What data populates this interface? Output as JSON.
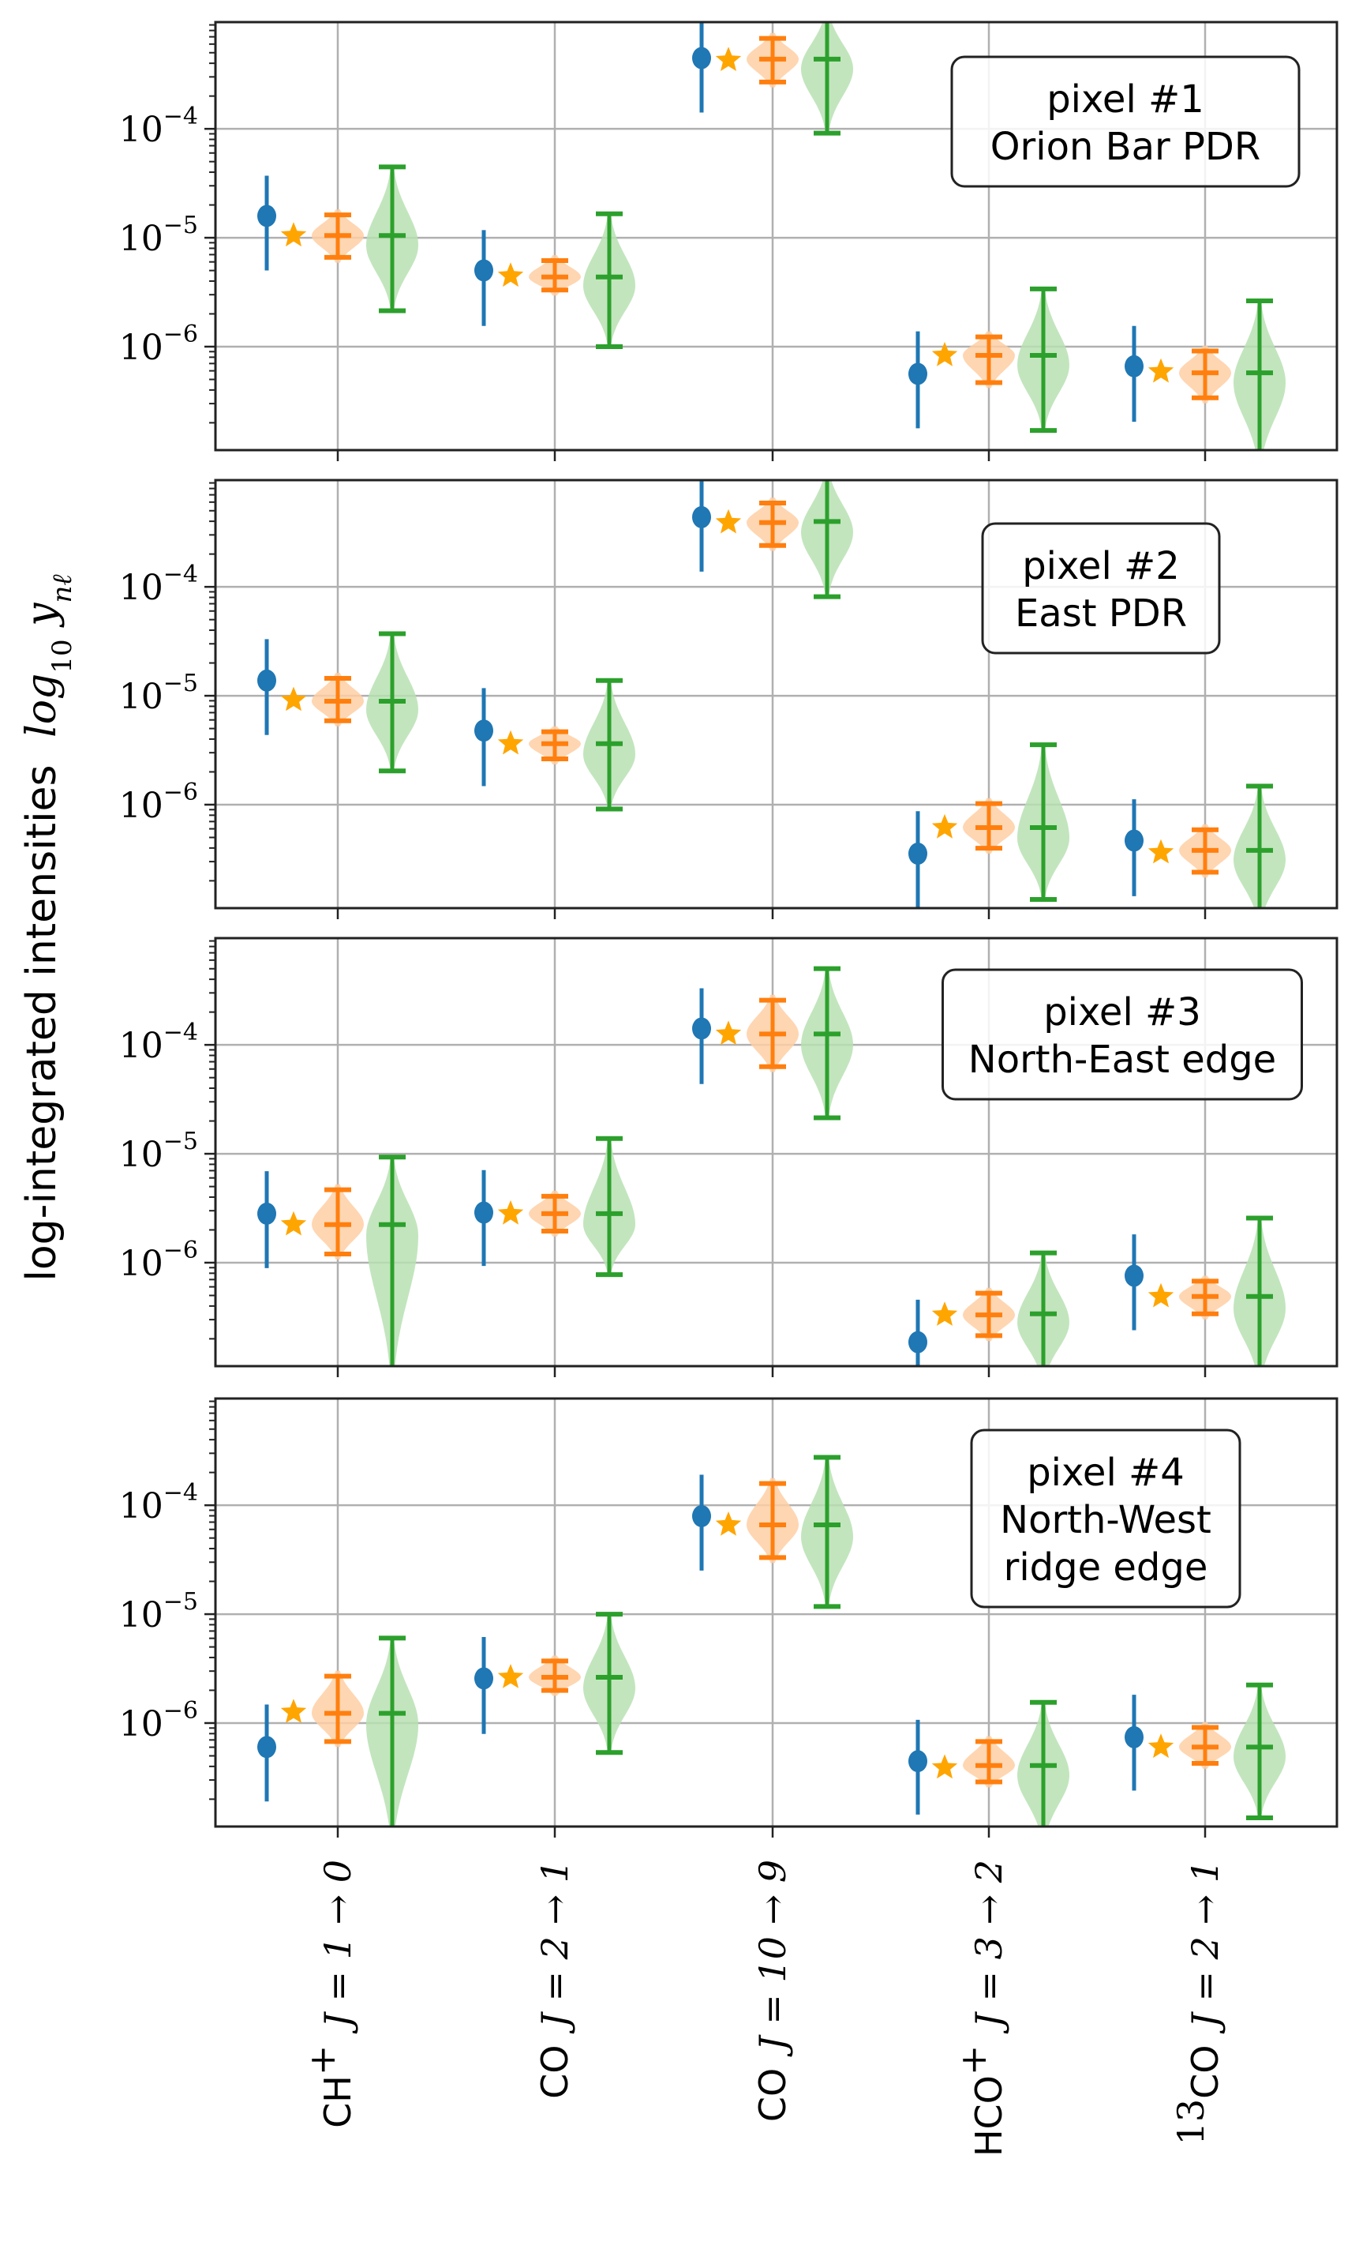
{
  "chart_data": {
    "type": "violin",
    "ylabel": "log-integrated intensities",
    "ylabel_math": "log10 y_nℓ",
    "yscale": "log",
    "ylim_log10": [
      -6.95,
      -3.02
    ],
    "yticks": [
      {
        "value_log10": -4,
        "base": "10",
        "exp": "−4"
      },
      {
        "value_log10": -5,
        "base": "10",
        "exp": "−5"
      },
      {
        "value_log10": -6,
        "base": "10",
        "exp": "−6"
      }
    ],
    "grid": true,
    "categories": [
      {
        "name": "CH⁺ J = 1 → 0",
        "species": "CH",
        "charge": "+",
        "iso": "",
        "transition": "J = 1 → 0"
      },
      {
        "name": "CO J = 2 → 1",
        "species": "CO",
        "charge": "",
        "iso": "",
        "transition": "J = 2 → 1"
      },
      {
        "name": "CO J = 10 → 9",
        "species": "CO",
        "charge": "",
        "iso": "",
        "transition": "J = 10 → 9"
      },
      {
        "name": "HCO⁺ J = 3 → 2",
        "species": "HCO",
        "charge": "+",
        "iso": "",
        "transition": "J = 3 → 2"
      },
      {
        "name": "¹³CO J = 2 → 1",
        "species": "CO",
        "charge": "",
        "iso": "13",
        "transition": "J = 2 → 1"
      }
    ],
    "series_styles": {
      "observation": {
        "color": "#1f77b4",
        "marker": "circle-errorbar"
      },
      "estimate": {
        "color": "#ffa500",
        "marker": "star"
      },
      "posterior_a": {
        "color": "#ff7f0e",
        "marker": "violin-errorbar",
        "fill": "#ffcfa5"
      },
      "posterior_b": {
        "color": "#2ca02c",
        "marker": "violin-errorbar",
        "fill": "#b7e0b2"
      }
    },
    "panels": [
      {
        "title_line1": "pixel #1",
        "title_lines": [
          "Orion Bar PDR"
        ],
        "observation": [
          {
            "y": -4.8,
            "lo": -5.3,
            "hi": -4.43
          },
          {
            "y": -5.3,
            "lo": -5.81,
            "hi": -4.93
          },
          {
            "y": -3.35,
            "lo": -3.85,
            "hi": -2.9
          },
          {
            "y": -6.25,
            "lo": -6.75,
            "hi": -5.86
          },
          {
            "y": -6.18,
            "lo": -6.69,
            "hi": -5.81
          }
        ],
        "estimate": [
          -4.98,
          -5.35,
          -3.37,
          -6.08,
          -6.23
        ],
        "posterior_a": [
          {
            "median": -4.98,
            "lo": -5.18,
            "hi": -4.79,
            "mode": -4.98
          },
          {
            "median": -5.36,
            "lo": -5.48,
            "hi": -5.21,
            "mode": -5.36
          },
          {
            "median": -3.36,
            "lo": -3.57,
            "hi": -3.17,
            "mode": -3.36
          },
          {
            "median": -6.08,
            "lo": -6.33,
            "hi": -5.91,
            "mode": -6.08
          },
          {
            "median": -6.24,
            "lo": -6.47,
            "hi": -6.04,
            "mode": -6.24
          }
        ],
        "posterior_b": [
          {
            "median": -4.98,
            "lo": -5.67,
            "hi": -4.35,
            "mode": -5.07
          },
          {
            "median": -5.36,
            "lo": -6.0,
            "hi": -4.78,
            "mode": -5.44
          },
          {
            "median": -3.36,
            "lo": -4.04,
            "hi": -2.9,
            "mode": -3.45
          },
          {
            "median": -6.08,
            "lo": -6.77,
            "hi": -5.47,
            "mode": -6.17
          },
          {
            "median": -6.24,
            "lo": -7.1,
            "hi": -5.58,
            "mode": -6.33
          }
        ]
      },
      {
        "title_line1": "pixel #2",
        "title_lines": [
          "East PDR"
        ],
        "observation": [
          {
            "y": -4.86,
            "lo": -5.36,
            "hi": -4.48
          },
          {
            "y": -5.32,
            "lo": -5.83,
            "hi": -4.93
          },
          {
            "y": -3.36,
            "lo": -3.86,
            "hi": -2.9
          },
          {
            "y": -6.45,
            "lo": -7.1,
            "hi": -6.06
          },
          {
            "y": -6.33,
            "lo": -6.84,
            "hi": -5.95
          }
        ],
        "estimate": [
          -5.04,
          -5.44,
          -3.41,
          -6.21,
          -6.44
        ],
        "posterior_a": [
          {
            "median": -5.05,
            "lo": -5.23,
            "hi": -4.84,
            "mode": -5.05
          },
          {
            "median": -5.44,
            "lo": -5.58,
            "hi": -5.33,
            "mode": -5.44
          },
          {
            "median": -3.41,
            "lo": -3.62,
            "hi": -3.23,
            "mode": -3.41
          },
          {
            "median": -6.21,
            "lo": -6.4,
            "hi": -5.99,
            "mode": -6.21
          },
          {
            "median": -6.42,
            "lo": -6.62,
            "hi": -6.23,
            "mode": -6.42
          }
        ],
        "posterior_b": [
          {
            "median": -5.05,
            "lo": -5.69,
            "hi": -4.43,
            "mode": -5.13
          },
          {
            "median": -5.44,
            "lo": -6.04,
            "hi": -4.86,
            "mode": -5.54
          },
          {
            "median": -3.4,
            "lo": -4.09,
            "hi": -2.9,
            "mode": -3.5
          },
          {
            "median": -6.21,
            "lo": -6.87,
            "hi": -5.45,
            "mode": -6.31
          },
          {
            "median": -6.42,
            "lo": -7.1,
            "hi": -5.83,
            "mode": -6.51
          }
        ]
      },
      {
        "title_line1": "pixel #3",
        "title_lines": [
          "North-East edge"
        ],
        "observation": [
          {
            "y": -5.55,
            "lo": -6.05,
            "hi": -5.16
          },
          {
            "y": -5.54,
            "lo": -6.03,
            "hi": -5.15
          },
          {
            "y": -3.85,
            "lo": -4.36,
            "hi": -3.48
          },
          {
            "y": -6.73,
            "lo": -7.1,
            "hi": -6.34
          },
          {
            "y": -6.12,
            "lo": -6.62,
            "hi": -5.74
          }
        ],
        "estimate": [
          -5.65,
          -5.55,
          -3.9,
          -6.48,
          -6.31
        ],
        "posterior_a": [
          {
            "median": -5.65,
            "lo": -5.92,
            "hi": -5.33,
            "mode": -5.65
          },
          {
            "median": -5.55,
            "lo": -5.71,
            "hi": -5.39,
            "mode": -5.55
          },
          {
            "median": -3.9,
            "lo": -4.2,
            "hi": -3.59,
            "mode": -3.9
          },
          {
            "median": -6.48,
            "lo": -6.67,
            "hi": -6.28,
            "mode": -6.48
          },
          {
            "median": -6.31,
            "lo": -6.47,
            "hi": -6.17,
            "mode": -6.31
          }
        ],
        "posterior_b": [
          {
            "median": -5.65,
            "lo": -7.1,
            "hi": -5.03,
            "mode": -5.75
          },
          {
            "median": -5.55,
            "lo": -6.11,
            "hi": -4.86,
            "mode": -5.65
          },
          {
            "median": -3.9,
            "lo": -4.67,
            "hi": -3.3,
            "mode": -4.0
          },
          {
            "median": -6.47,
            "lo": -7.1,
            "hi": -5.91,
            "mode": -6.55
          },
          {
            "median": -6.31,
            "lo": -7.1,
            "hi": -5.59,
            "mode": -6.42
          }
        ]
      },
      {
        "title_line1": "pixel #4",
        "title_lines": [
          "North-West",
          "ridge edge"
        ],
        "observation": [
          {
            "y": -6.22,
            "lo": -6.72,
            "hi": -5.83
          },
          {
            "y": -5.59,
            "lo": -6.1,
            "hi": -5.21
          },
          {
            "y": -4.1,
            "lo": -4.6,
            "hi": -3.72
          },
          {
            "y": -6.35,
            "lo": -6.84,
            "hi": -5.97
          },
          {
            "y": -6.13,
            "lo": -6.62,
            "hi": -5.74
          }
        ],
        "estimate": [
          -5.9,
          -5.58,
          -4.18,
          -6.41,
          -6.22
        ],
        "posterior_a": [
          {
            "median": -5.91,
            "lo": -6.17,
            "hi": -5.57,
            "mode": -5.91
          },
          {
            "median": -5.58,
            "lo": -5.7,
            "hi": -5.43,
            "mode": -5.58
          },
          {
            "median": -4.18,
            "lo": -4.48,
            "hi": -3.8,
            "mode": -4.18
          },
          {
            "median": -6.39,
            "lo": -6.54,
            "hi": -6.17,
            "mode": -6.39
          },
          {
            "median": -6.22,
            "lo": -6.37,
            "hi": -6.04,
            "mode": -6.22
          }
        ],
        "posterior_b": [
          {
            "median": -5.91,
            "lo": -7.1,
            "hi": -5.22,
            "mode": -6.01
          },
          {
            "median": -5.58,
            "lo": -6.27,
            "hi": -5.0,
            "mode": -5.68
          },
          {
            "median": -4.18,
            "lo": -4.93,
            "hi": -3.56,
            "mode": -4.29
          },
          {
            "median": -6.39,
            "lo": -7.1,
            "hi": -5.81,
            "mode": -6.48
          },
          {
            "median": -6.22,
            "lo": -6.87,
            "hi": -5.65,
            "mode": -6.31
          }
        ]
      }
    ]
  }
}
